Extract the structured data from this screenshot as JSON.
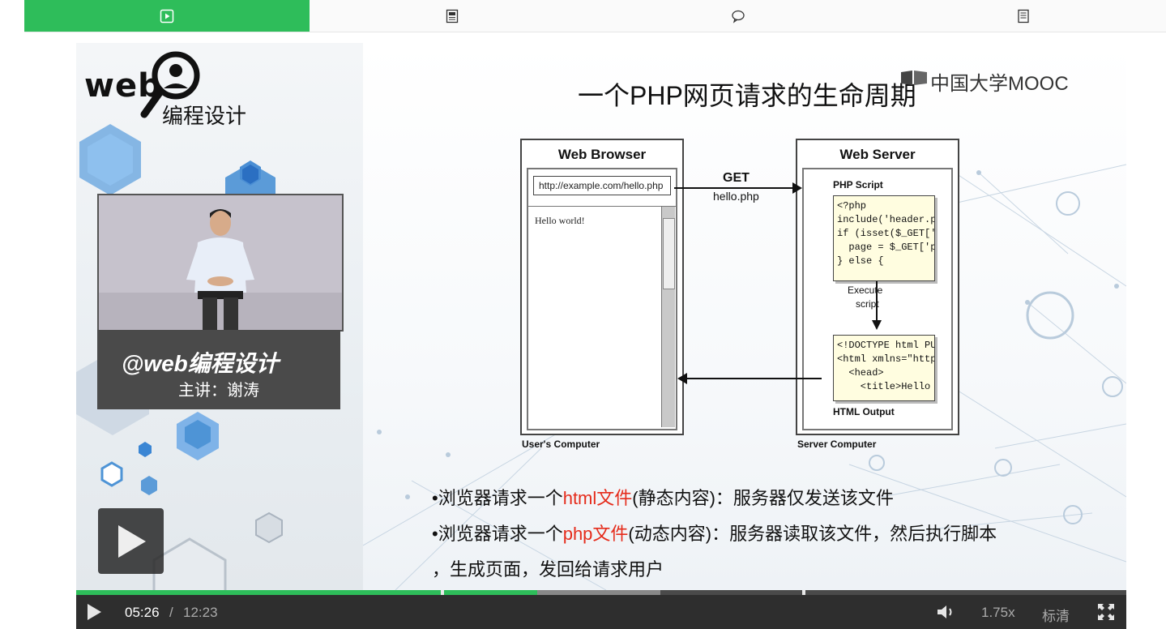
{
  "tabs": [
    {
      "icon": "video-play-icon",
      "active": true
    },
    {
      "icon": "document-icon",
      "active": false
    },
    {
      "icon": "comment-icon",
      "active": false
    },
    {
      "icon": "notes-icon",
      "active": false
    }
  ],
  "colors": {
    "accent": "#2ebd5a",
    "highlight_red": "#e52b1b",
    "control_bar": "#2e2e2e"
  },
  "left_panel": {
    "logo_web": "web",
    "logo_sub": "编程设计",
    "caption_brand": "@web编程设计",
    "caption_lecturer": "主讲：谢涛"
  },
  "slide": {
    "title": "一个PHP网页请求的生命周期",
    "mooc_logo": "中国大学MOOC",
    "diagram": {
      "web_browser": "Web Browser",
      "url": "http://example.com/hello.php",
      "page_text": "Hello world!",
      "get_label": "GET",
      "get_target": "hello.php",
      "web_server": "Web Server",
      "php_script": "PHP Script",
      "php_code": "<?php\ninclude('header.p\nif (isset($_GET['\n  page = $_GET['p\n} else {",
      "execute": "Execute",
      "script": "script",
      "html_code": "<!DOCTYPE html PU\n<html xmlns=\"http\n  <head>\n    <title>Hello",
      "html_output": "HTML Output",
      "users_computer": "User's Computer",
      "server_computer": "Server Computer"
    },
    "bullet1": {
      "pre": "•浏览器请求一个",
      "hl": "html文件",
      "post": "(静态内容)：服务器仅发送该文件"
    },
    "bullet2": {
      "pre": "•浏览器请求一个",
      "hl": "php文件",
      "post": "(动态内容)：服务器读取该文件，然后执行脚本"
    },
    "bullet3": "，生成页面，发回给请求用户"
  },
  "player": {
    "current_time": "05:26",
    "separator": "/",
    "total_time": "12:23",
    "played_fraction": 0.439,
    "buffered_fraction": 0.556,
    "speed": "1.75x",
    "quality": "标清"
  }
}
